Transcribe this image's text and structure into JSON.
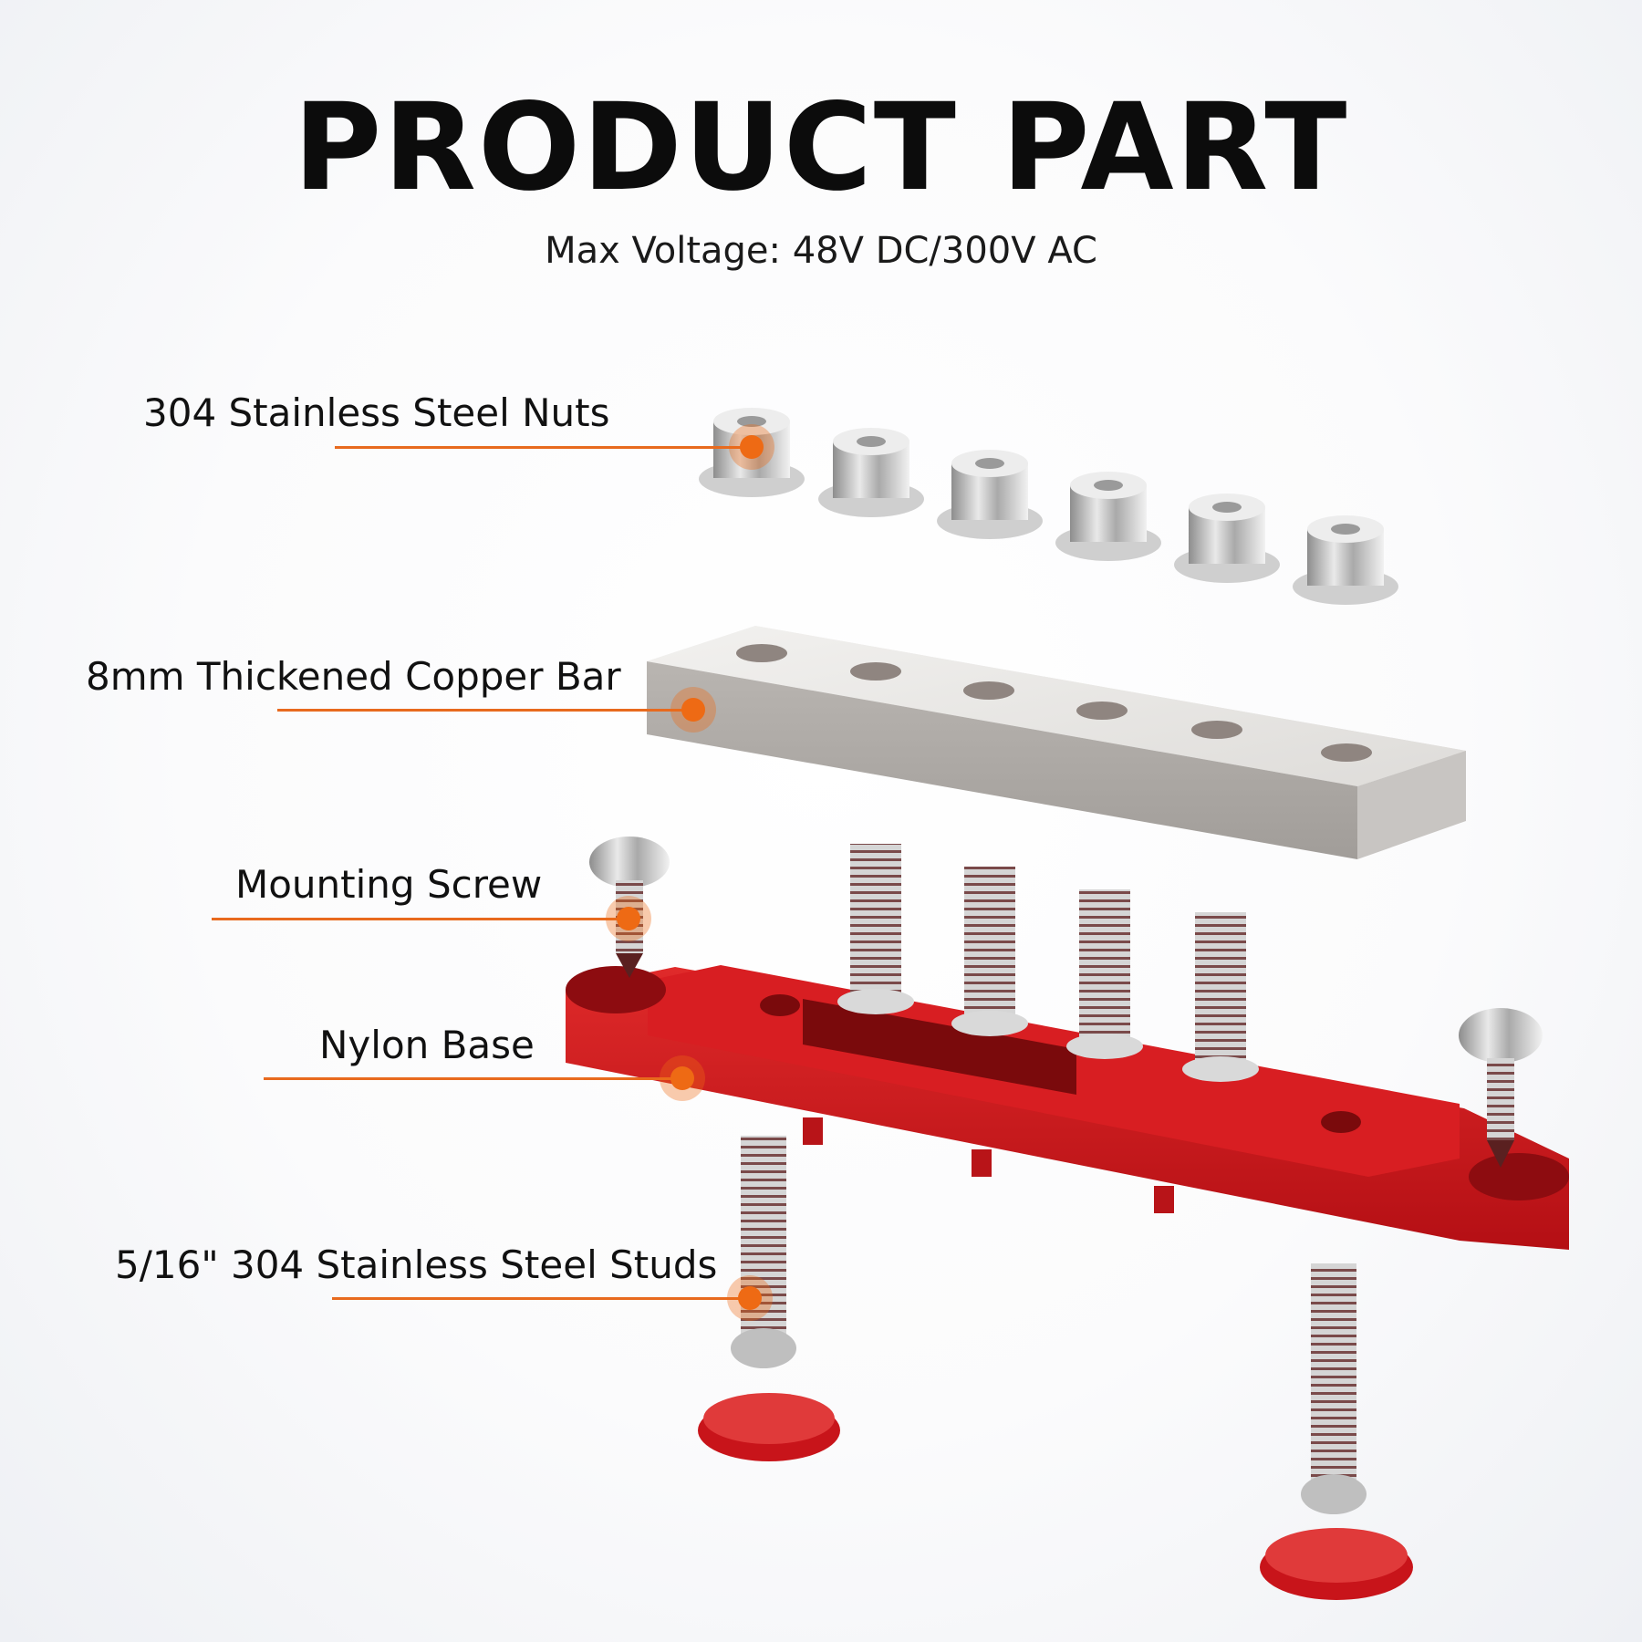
{
  "header": {
    "title": "PRODUCT PART",
    "subtitle": "Max Voltage: 48V DC/300V AC"
  },
  "callouts": [
    {
      "label": "304 Stainless Steel Nuts",
      "part": "nuts"
    },
    {
      "label": "8mm Thickened Copper Bar",
      "part": "copper-bar"
    },
    {
      "label": "Mounting Screw",
      "part": "mounting-screw"
    },
    {
      "label": "Nylon Base",
      "part": "nylon-base"
    },
    {
      "label": "5/16\" 304 Stainless Steel Studs",
      "part": "studs"
    }
  ],
  "colors": {
    "accent": "#ee6a14",
    "base_red": "#d1161b",
    "steel": "#c9c9c9",
    "text": "#111111"
  },
  "counts": {
    "nuts": 6,
    "bar_holes": 6,
    "studs": 6,
    "screws": 2,
    "caps": 2
  }
}
